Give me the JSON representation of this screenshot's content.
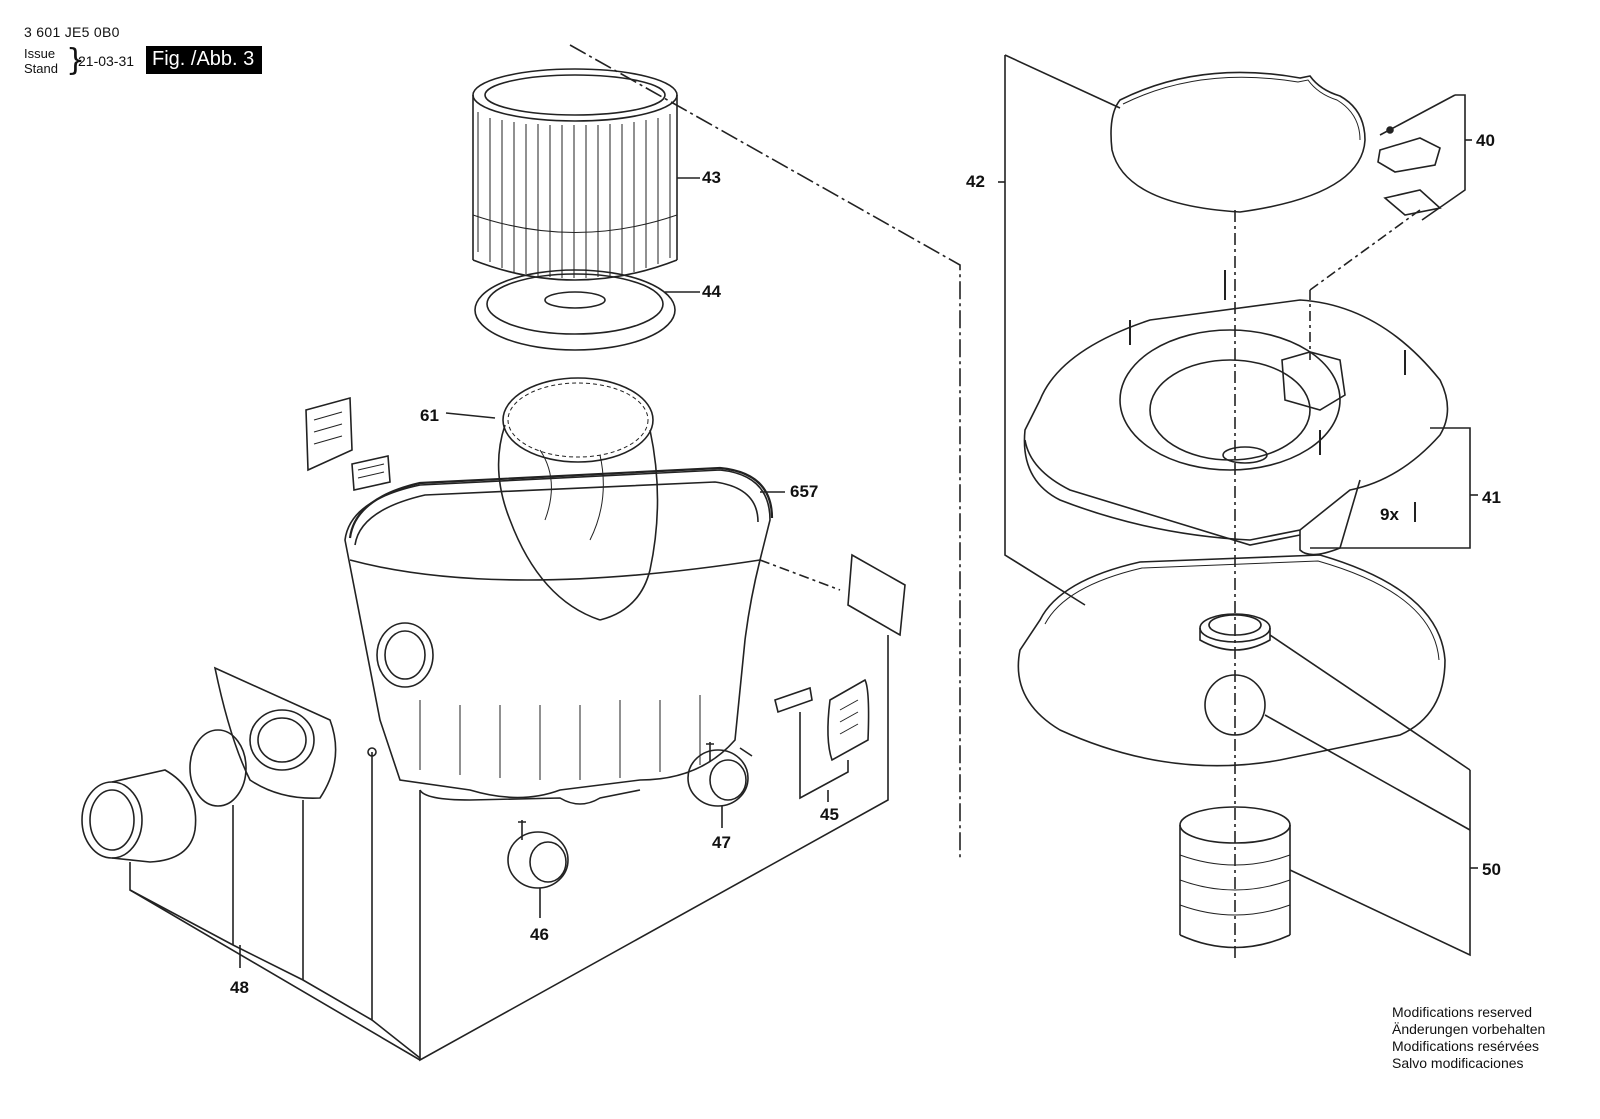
{
  "header": {
    "part_number": "3 601 JE5 0B0",
    "issue_label": "Issue",
    "stand_label": "Stand",
    "date": "21-03-31",
    "figure": "Fig. /Abb. 3"
  },
  "callouts": {
    "c40": "40",
    "c41": "41",
    "c42": "42",
    "c43": "43",
    "c44": "44",
    "c45": "45",
    "c46": "46",
    "c47": "47",
    "c48": "48",
    "c50": "50",
    "c61": "61",
    "c657": "657",
    "c9x": "9x"
  },
  "notes": [
    "Modifications reserved",
    "Änderungen vorbehalten",
    "Modifications resérvées",
    "Salvo modificaciones"
  ]
}
